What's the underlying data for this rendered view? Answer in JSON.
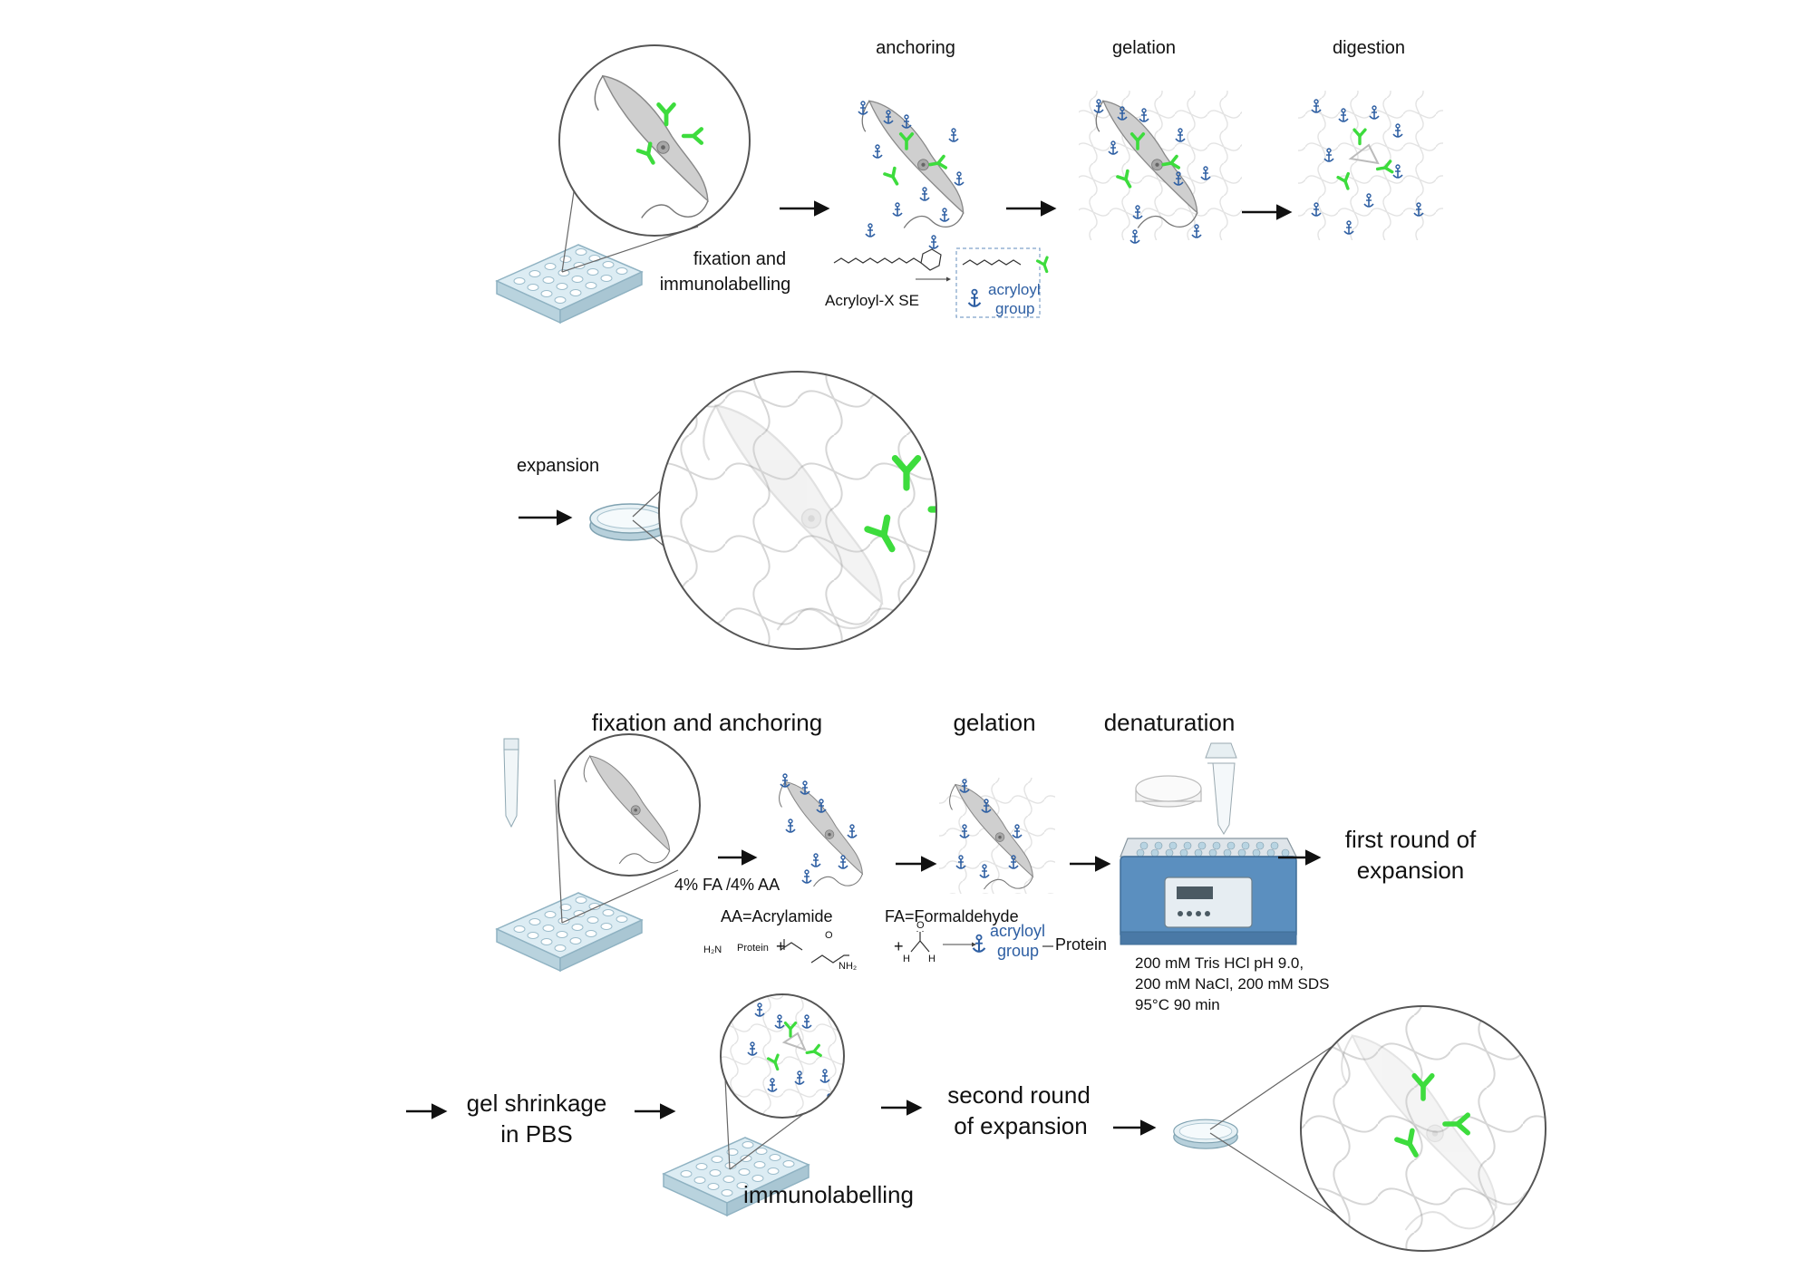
{
  "panel_a": {
    "step_labels": {
      "anchoring": "anchoring",
      "gelation": "gelation",
      "digestion": "digestion",
      "expansion": "expansion"
    },
    "fixation_label": [
      "fixation and",
      "immunolabelling"
    ],
    "reagent_label": "Acryloyl-X SE",
    "acryloyl_label": [
      "acryloyl",
      "group"
    ]
  },
  "panel_b": {
    "step_labels": {
      "fixation_anchoring": "fixation and anchoring",
      "gelation": "gelation",
      "denaturation": "denaturation"
    },
    "fa_aa_label": "4% FA /4% AA",
    "abbreviations": {
      "aa": "AA=Acrylamide",
      "fa": "FA=Formaldehyde"
    },
    "reaction": {
      "amine_left": "H₂N",
      "protein_small": "Protein",
      "nh2": "NH₂",
      "oxygen": "O",
      "formaldehyde_h_left": "H",
      "formaldehyde_h_right": "H",
      "product_acryloyl": [
        "acryloyl",
        "group"
      ],
      "product_protein": "Protein"
    },
    "denaturation_conditions": [
      "200 mM Tris HCl pH 9.0,",
      "200 mM NaCl, 200 mM SDS",
      "95°C 90 min"
    ],
    "first_round": [
      "first round of",
      "expansion"
    ],
    "shrinkage": [
      "gel shrinkage",
      "in PBS"
    ],
    "immunolabelling": "immunolabelling",
    "second_round": [
      "second round",
      "of expansion"
    ]
  },
  "colors": {
    "antibody": "#3ddc3d",
    "anchor": "#2e5fa3",
    "arrow": "#111111",
    "gel_mesh": "#d8d8d8",
    "cell": "#bdbdbd",
    "plate": "#cfe3ec",
    "incubator": "#5b8fbf"
  }
}
